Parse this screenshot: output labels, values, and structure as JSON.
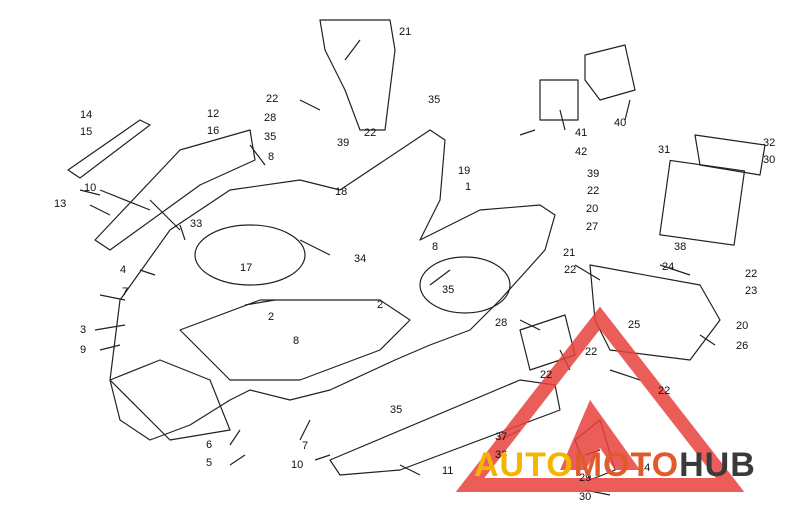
{
  "diagram": {
    "callouts": [
      "1",
      "2",
      "3",
      "4",
      "5",
      "6",
      "7",
      "8",
      "9",
      "10",
      "11",
      "12",
      "13",
      "14",
      "15",
      "16",
      "17",
      "18",
      "19",
      "20",
      "21",
      "22",
      "23",
      "24",
      "25",
      "26",
      "27",
      "28",
      "29",
      "30",
      "31",
      "32",
      "33",
      "34",
      "35",
      "36",
      "37",
      "38",
      "39",
      "40",
      "41",
      "42"
    ]
  },
  "watermark": {
    "part1": "AUTO",
    "part2": "MOTO",
    "part3": "HUB",
    "colors": {
      "auto": "#f4b400",
      "moto": "#e05a2b",
      "hub": "#3a3a3a",
      "triangle": "#e8413c"
    }
  }
}
